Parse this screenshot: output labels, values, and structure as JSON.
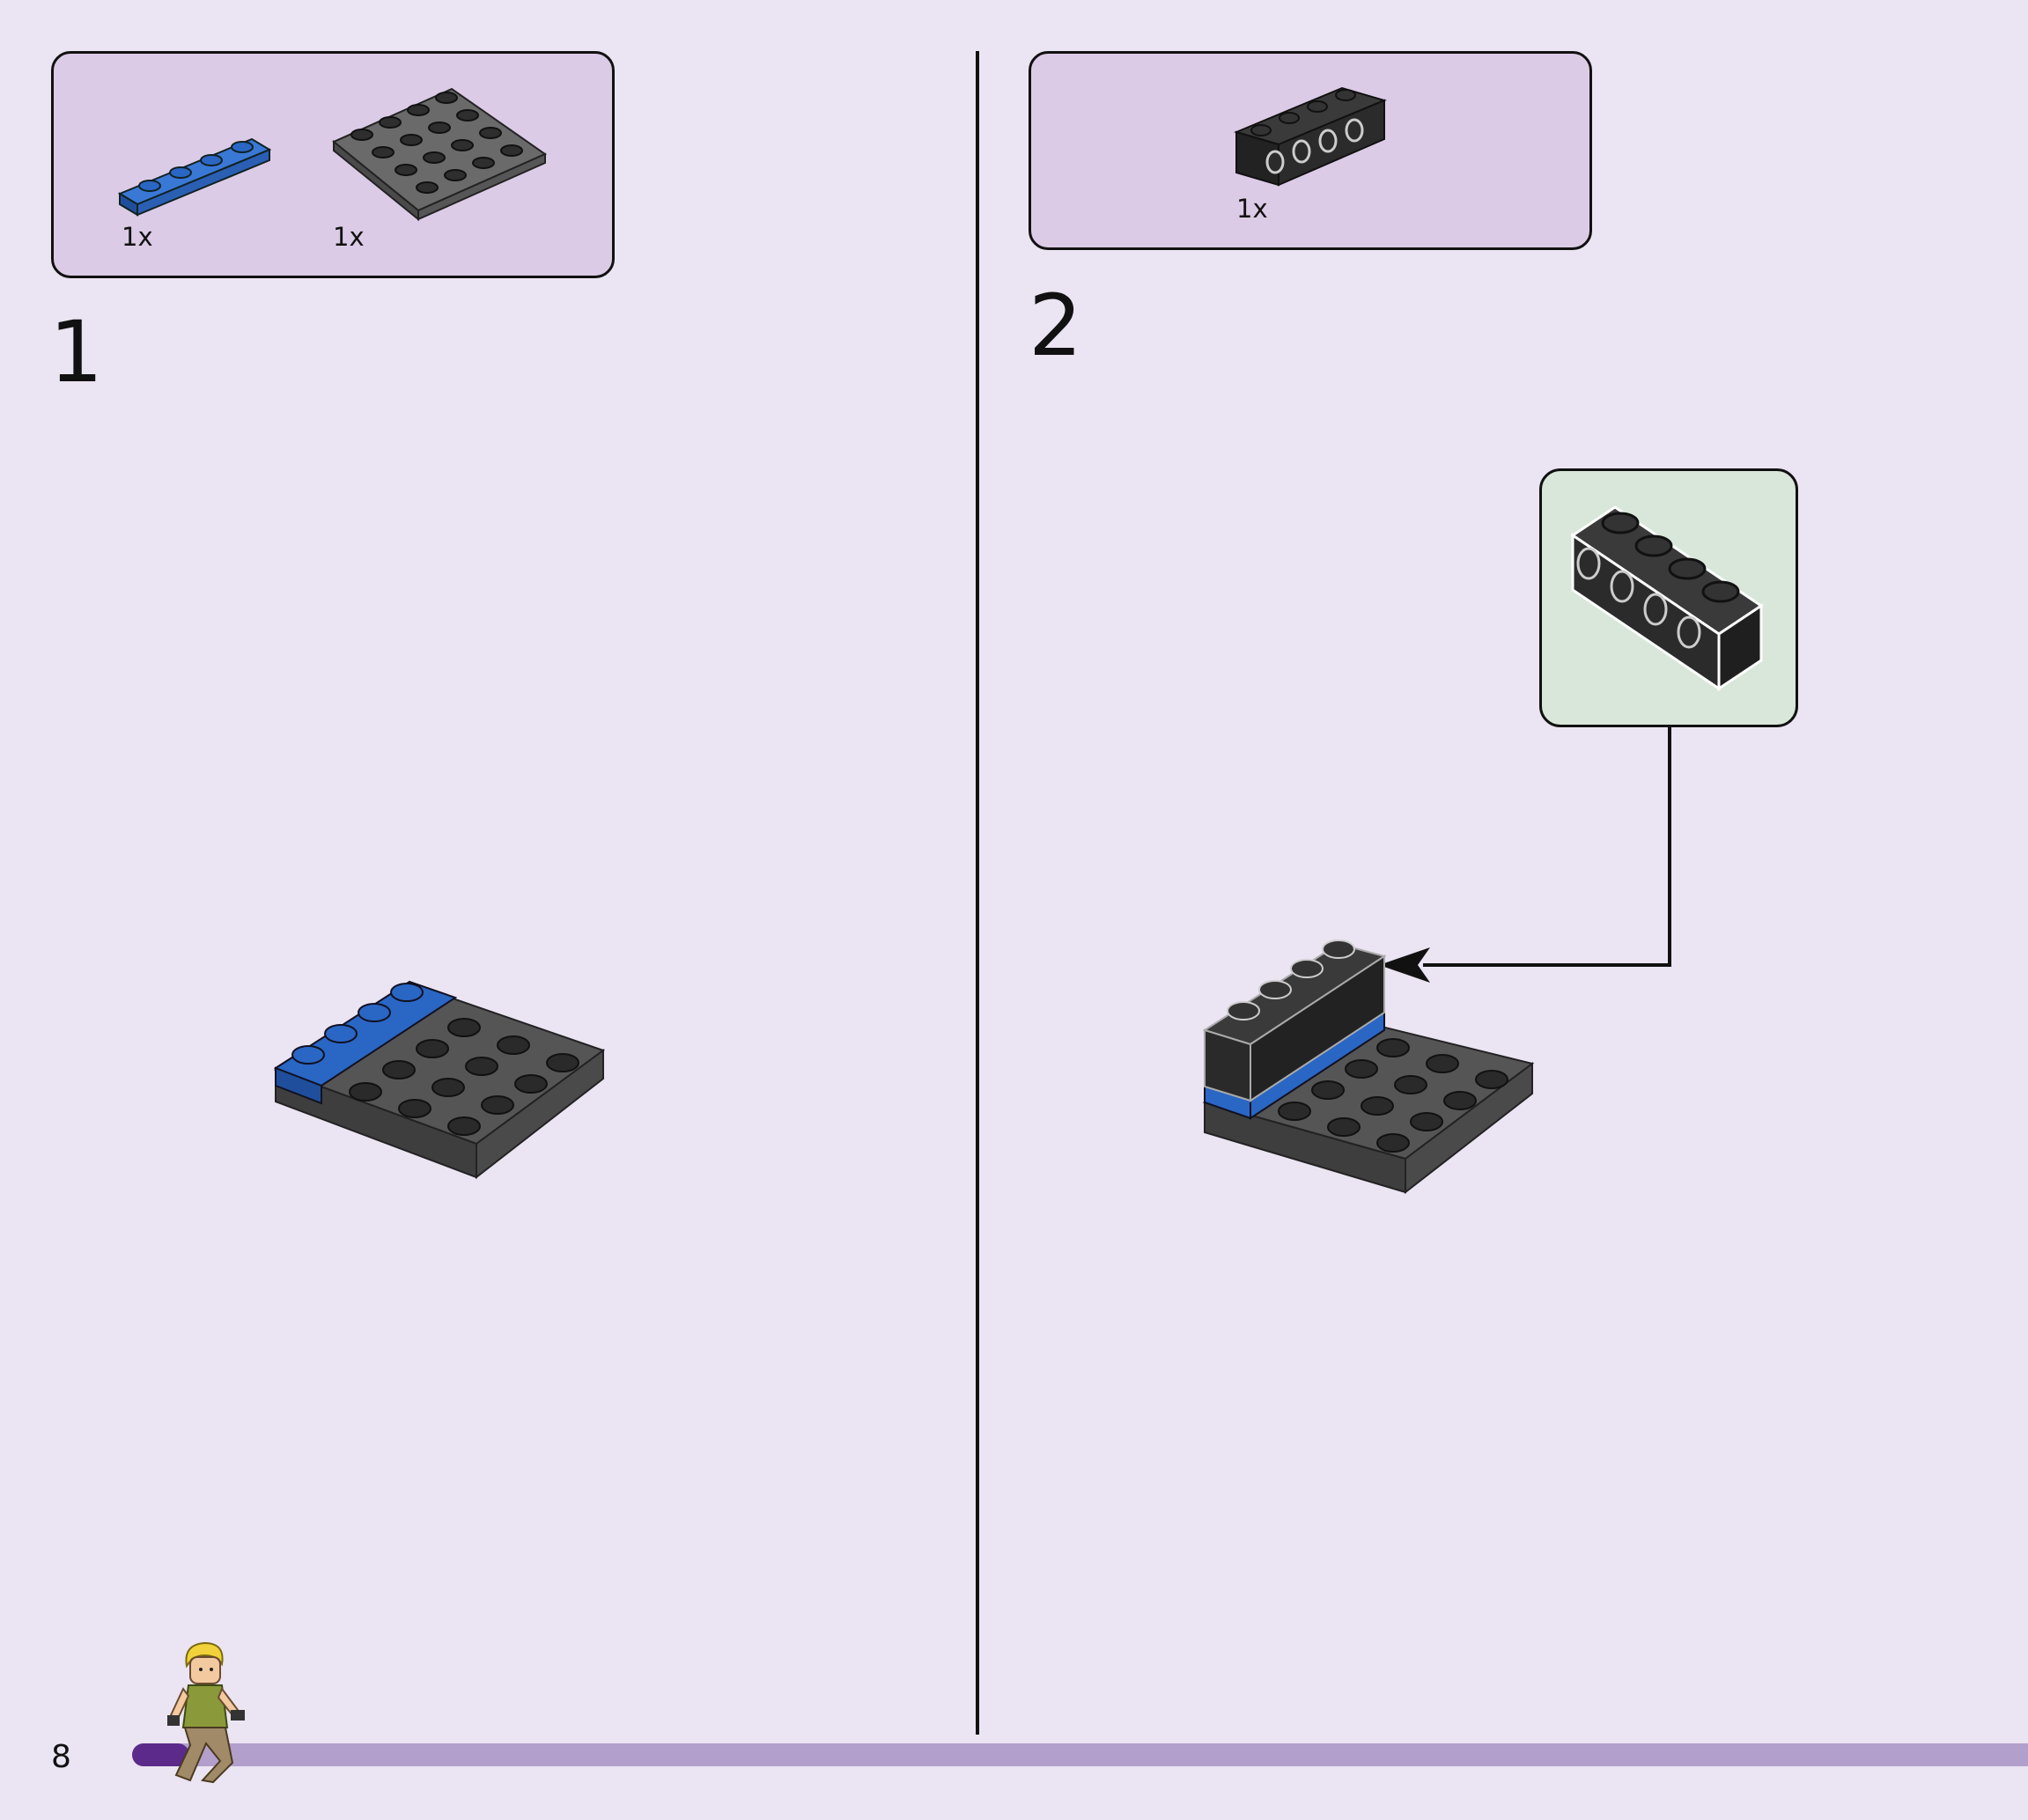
{
  "page": {
    "number": "8"
  },
  "progress": {
    "fraction": 0.03
  },
  "steps": [
    {
      "number": "1",
      "parts": [
        {
          "qty": "1x",
          "part": "blue-plate-1x4"
        },
        {
          "qty": "1x",
          "part": "dark-gray-plate-4x4"
        }
      ]
    },
    {
      "number": "2",
      "parts": [
        {
          "qty": "1x",
          "part": "black-brick-1x4-side-studs"
        }
      ]
    }
  ],
  "colors": {
    "background": "#ebe4f2",
    "parts_box": "#dccbe6",
    "callout_box": "#d8e7d9",
    "progress_track": "#b39fcc",
    "progress_fill": "#5b2a8a",
    "blue_brick": "#2a66c4",
    "gray_brick": "#5a5a5a",
    "black_brick": "#2a2a2a"
  }
}
